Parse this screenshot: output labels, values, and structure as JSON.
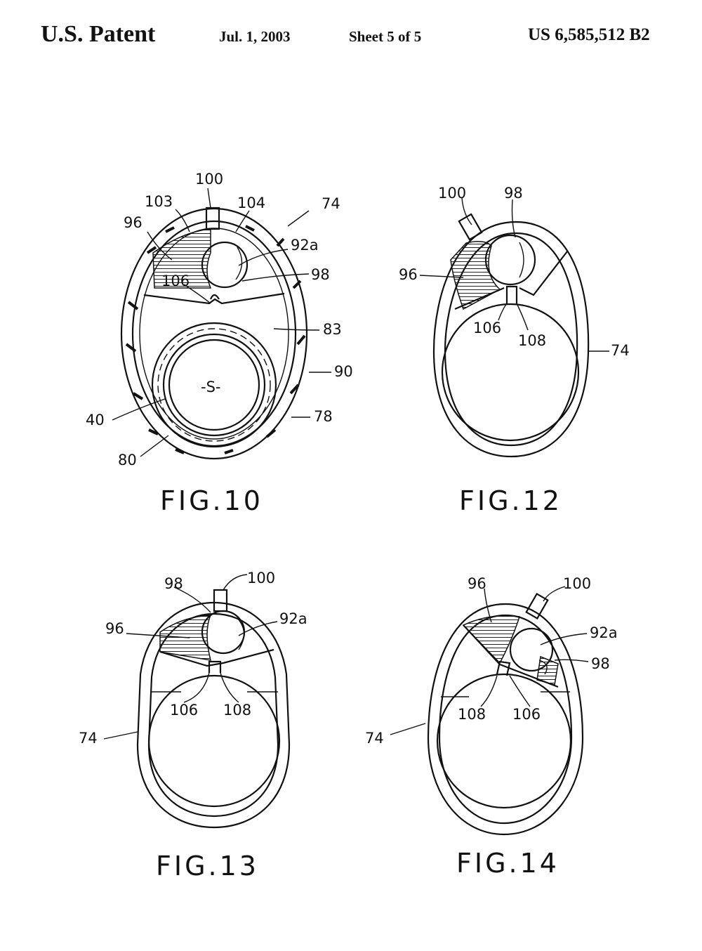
{
  "header": {
    "title": "U.S. Patent",
    "date": "Jul. 1, 2003",
    "sheet": "Sheet 5 of 5",
    "number": "US 6,585,512 B2"
  },
  "figures": {
    "fig10": {
      "label": "FIG.10",
      "refs": {
        "r100": "100",
        "r103": "103",
        "r104": "104",
        "r74": "74",
        "r96": "96",
        "r92a": "92a",
        "r98": "98",
        "r106": "106",
        "r83": "83",
        "r90": "90",
        "rS": "-S-",
        "r40": "40",
        "r78": "78",
        "r80": "80"
      }
    },
    "fig12": {
      "label": "FIG.12",
      "refs": {
        "r100": "100",
        "r98": "98",
        "r96": "96",
        "r106": "106",
        "r108": "108",
        "r74": "74"
      }
    },
    "fig13": {
      "label": "FIG.13",
      "refs": {
        "r98": "98",
        "r100": "100",
        "r96": "96",
        "r92a": "92a",
        "r106": "106",
        "r108": "108",
        "r74": "74"
      }
    },
    "fig14": {
      "label": "FIG.14",
      "refs": {
        "r96": "96",
        "r100": "100",
        "r92a": "92a",
        "r98": "98",
        "r108": "108",
        "r106": "106",
        "r74": "74"
      }
    }
  },
  "colors": {
    "ink": "#111111",
    "paper": "#ffffff"
  }
}
